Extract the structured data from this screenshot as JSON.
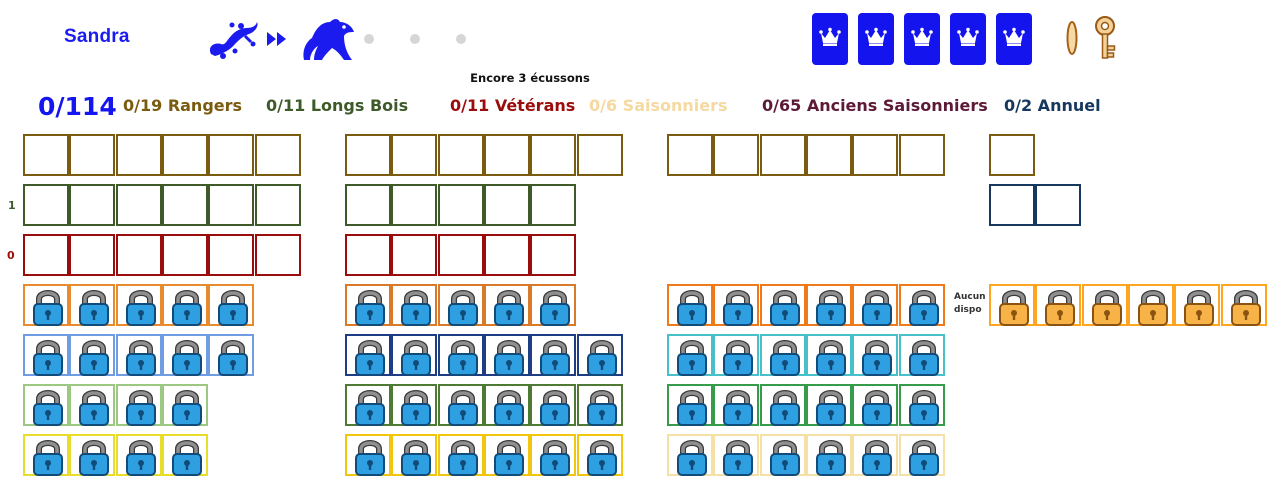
{
  "player": {
    "name": "Sandra"
  },
  "progress": {
    "icons": [
      "salamander-icon",
      "badger-icon"
    ],
    "remaining_dots": 3
  },
  "crowns": {
    "count": 5,
    "color": "#1414ee"
  },
  "inventory": {
    "items": [
      "coin-icon",
      "key-icon"
    ]
  },
  "encore": "Encore 3 écussons",
  "stats": {
    "total": "0/114",
    "rangers": "0/19 Rangers",
    "longs_bois": "0/11 Longs Bois",
    "veterans": "0/11 Vétérans",
    "saisonniers": "0/6 Saisonniers",
    "anciens_saisonniers": "0/65 Anciens Saisonniers",
    "annuel": "0/2 Annuel"
  },
  "row_counters": {
    "longs_bois": "1",
    "veterans": "0"
  },
  "aucun_dispo": "Aucun dispo",
  "colors": {
    "rangers": "#7a5c10",
    "longs_bois": "#3d5a28",
    "veterans": "#9b0c0c",
    "saisonniers": "#f5d9a0",
    "anciens": "#5c1a36",
    "annuel": "#17385e",
    "orange": "#e88a2e",
    "bright_orange": "#ffa51f",
    "light_blue": "#6f9de4",
    "navy": "#1f3d84",
    "teal": "#48c0cb",
    "light_green": "#9cc883",
    "olive_green": "#4f7a36",
    "green": "#369b4a",
    "yellow": "#e8dd2a",
    "gold": "#f2c60f",
    "pale_yellow": "#f5e1a6"
  },
  "grid": [
    {
      "row": 0,
      "group": 0,
      "cells": 6,
      "color": "#7a5c10",
      "locked": false
    },
    {
      "row": 0,
      "group": 1,
      "cells": 6,
      "color": "#7a5c10",
      "locked": false
    },
    {
      "row": 0,
      "group": 2,
      "cells": 6,
      "color": "#7a5c10",
      "locked": false
    },
    {
      "row": 0,
      "group": 3,
      "cells": 1,
      "color": "#7a5c10",
      "locked": false
    },
    {
      "row": 1,
      "group": 0,
      "cells": 6,
      "color": "#3d5a28",
      "locked": false
    },
    {
      "row": 1,
      "group": 1,
      "cells": 5,
      "color": "#3d5a28",
      "locked": false
    },
    {
      "row": 1,
      "group": 3,
      "cells": 2,
      "color": "#17385e",
      "locked": false
    },
    {
      "row": 2,
      "group": 0,
      "cells": 6,
      "color": "#9b0c0c",
      "locked": false
    },
    {
      "row": 2,
      "group": 1,
      "cells": 5,
      "color": "#9b0c0c",
      "locked": false
    },
    {
      "row": 3,
      "group": 0,
      "cells": 5,
      "color": "#e88a2e",
      "locked": true
    },
    {
      "row": 3,
      "group": 1,
      "cells": 5,
      "color": "#d97a2a",
      "locked": true
    },
    {
      "row": 3,
      "group": 2,
      "cells": 6,
      "color": "#ef7a1a",
      "locked": true
    },
    {
      "row": 3,
      "group": 3,
      "cells": 6,
      "color": "#ffa51f",
      "locked": true,
      "lock_style": "gold"
    },
    {
      "row": 4,
      "group": 0,
      "cells": 5,
      "color": "#6f9de4",
      "locked": true
    },
    {
      "row": 4,
      "group": 1,
      "cells": 6,
      "color": "#1f3d84",
      "locked": true
    },
    {
      "row": 4,
      "group": 2,
      "cells": 6,
      "color": "#48c0cb",
      "locked": true
    },
    {
      "row": 5,
      "group": 0,
      "cells": 4,
      "color": "#9cc883",
      "locked": true
    },
    {
      "row": 5,
      "group": 1,
      "cells": 6,
      "color": "#4f7a36",
      "locked": true
    },
    {
      "row": 5,
      "group": 2,
      "cells": 6,
      "color": "#369b4a",
      "locked": true
    },
    {
      "row": 6,
      "group": 0,
      "cells": 4,
      "color": "#e8dd2a",
      "locked": true
    },
    {
      "row": 6,
      "group": 1,
      "cells": 6,
      "color": "#f2c60f",
      "locked": true
    },
    {
      "row": 6,
      "group": 2,
      "cells": 6,
      "color": "#f5e1a6",
      "locked": true
    }
  ]
}
